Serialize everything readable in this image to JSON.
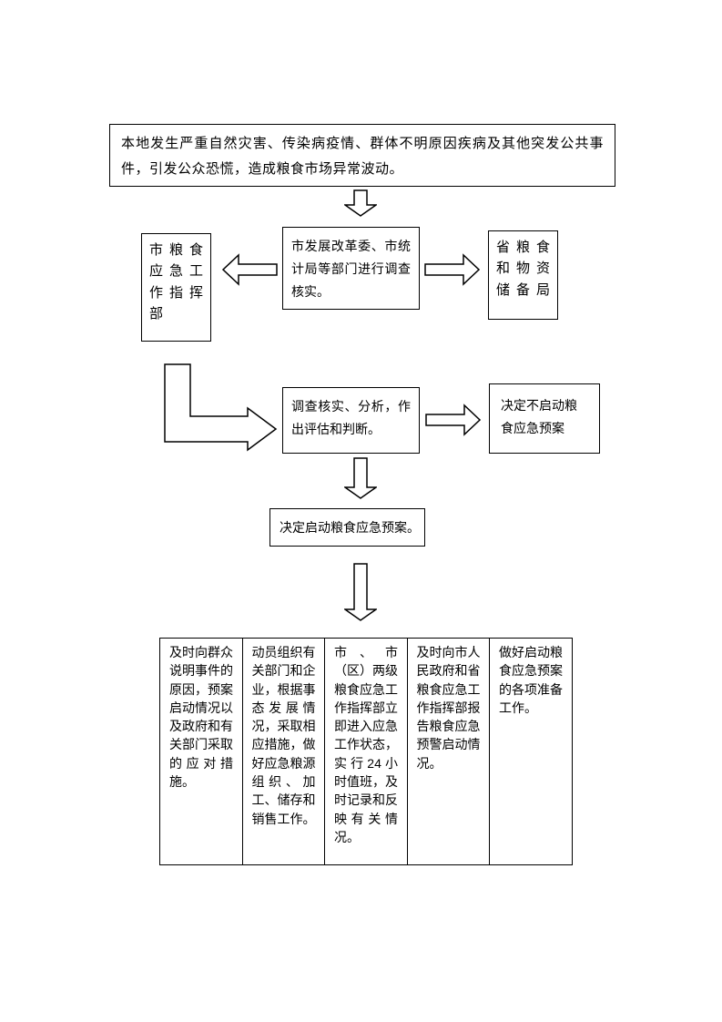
{
  "diagram": {
    "trigger": "本地发生严重自然灾害、传染病疫情、群体不明原因疾病及其他突发公共事件，引发公众恐慌，造成粮食市场异常波动。",
    "command_center": "市粮食应急工作指挥部",
    "investigation": "市发展改革委、市统计局等部门进行调查核实。",
    "province_bureau": "省粮食和物资储备局",
    "assessment": "调查核实、分析，作出评估和判断。",
    "decision_no": "决定不启动粮食应急预案",
    "decision_yes": "决定启动粮食应急预案。",
    "actions": [
      "及时向群众说明事件的原因，预案启动情况以及政府和有关部门采取的应对措施。",
      "动员组织有关部门和企业，根据事态发展情况，采取相应措施，做好应急粮源组织、加工、储存和销售工作。",
      "市、市（区）两级粮食应急工作指挥部立即进入应急工作状态，实行24小时值班，及时记录和反映有关情况。",
      "及时向市人民政府和省粮食应急工作指挥部报告粮食应急预警启动情况。",
      "做好启动粮食应急预案的各项准备工作。"
    ]
  }
}
